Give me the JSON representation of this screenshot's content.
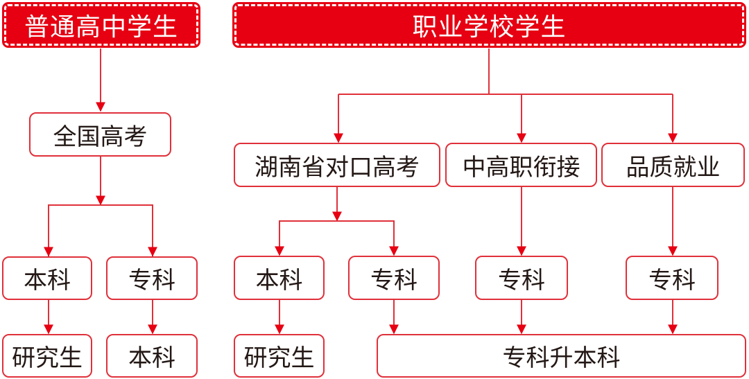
{
  "colors": {
    "accent": "#e60012",
    "box_border": "#e0303a",
    "text": "#231815",
    "header_text": "#ffffff"
  },
  "headers": {
    "general": "普通高中学生",
    "vocational": "职业学校学生"
  },
  "general_path": {
    "exam": "全国高考",
    "bachelor": "本科",
    "associate": "专科",
    "graduate": "研究生",
    "associate_to_bachelor": "本科"
  },
  "vocational_path": {
    "hunan_exam": "湖南省对口高考",
    "mid_high_link": "中高职衔接",
    "quality_employment": "品质就业",
    "bachelor": "本科",
    "associate_from_exam": "专科",
    "associate_from_link": "专科",
    "associate_from_employment": "专科",
    "graduate": "研究生",
    "upgrade": "专科升本科"
  }
}
